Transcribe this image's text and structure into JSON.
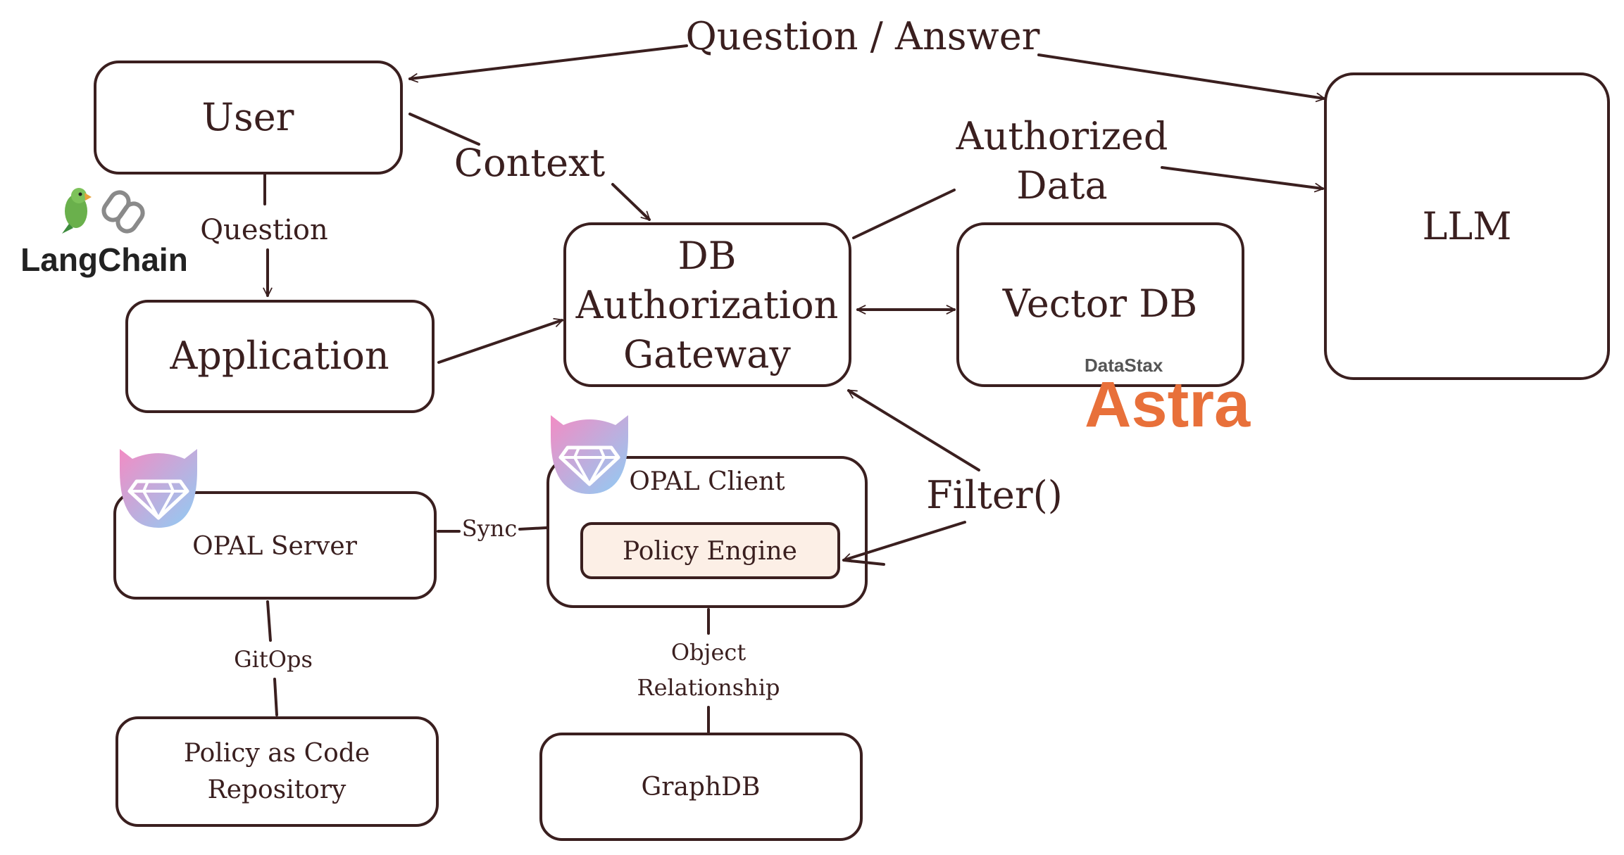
{
  "nodes": {
    "user": "User",
    "llm": "LLM",
    "application": "Application",
    "gateway_lines": [
      "DB",
      "Authorization",
      "Gateway"
    ],
    "vector_db": "Vector DB",
    "opal_server": "OPAL Server",
    "opal_client": "OPAL Client",
    "policy_engine": "Policy Engine",
    "policy_repo_lines": [
      "Policy as Code",
      "Repository"
    ],
    "graphdb": "GraphDB"
  },
  "edges": {
    "question_answer": "Question / Answer",
    "context": "Context",
    "question": "Question",
    "authorized_data_lines": [
      "Authorized",
      "Data"
    ],
    "filter": "Filter()",
    "sync": "Sync",
    "gitops": "GitOps",
    "object_relationship_lines": [
      "Object",
      "Relationship"
    ]
  },
  "logos": {
    "langchain": {
      "text": "LangChain",
      "color": "#222222"
    },
    "datastax": {
      "text": "DataStax",
      "color": "#555555"
    },
    "astra": {
      "text": "Astra",
      "color": "#e8703a"
    }
  },
  "colors": {
    "stroke": "#3a1f1f",
    "policy_engine_fill": "#fcefe6",
    "opal_gradient_start": "#f28cc4",
    "opal_gradient_end": "#8ecdf5"
  }
}
